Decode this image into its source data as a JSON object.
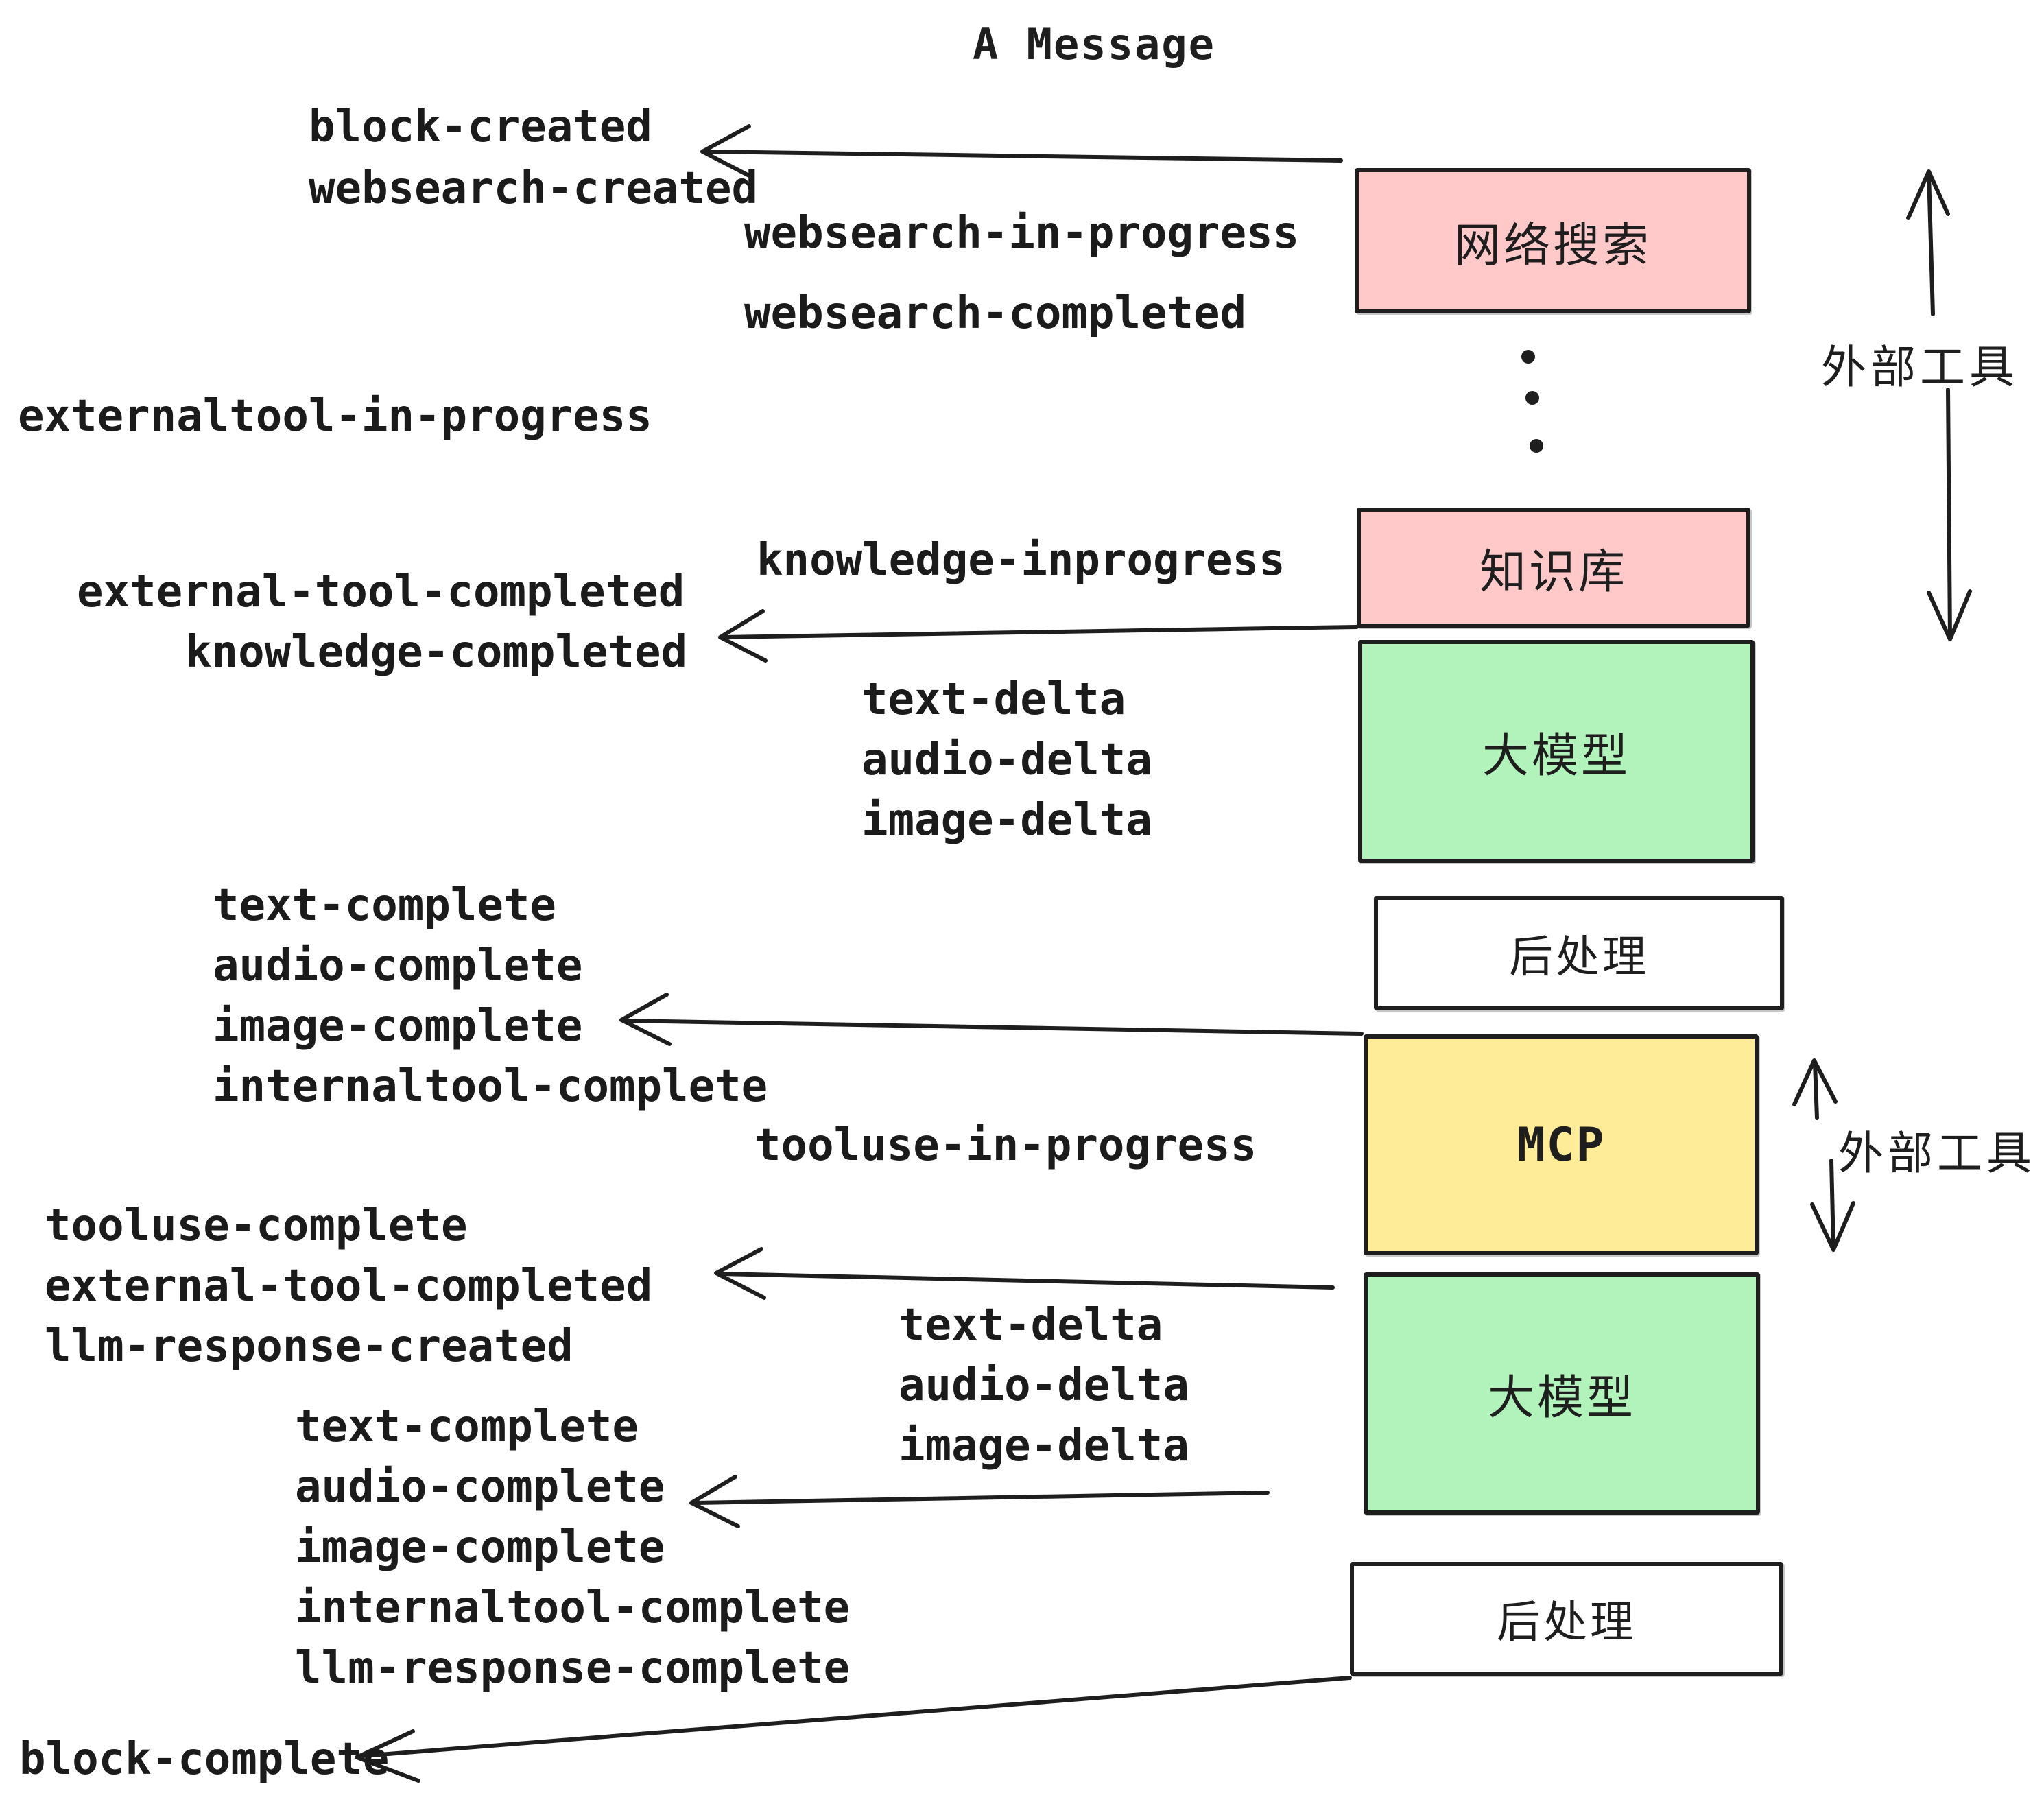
{
  "title": "A Message",
  "colors": {
    "ink": "#1e1e1e",
    "pink": "#ffc9c9",
    "green": "#b2f2bb",
    "yellow": "#ffec99",
    "white": "#ffffff"
  },
  "boxes": [
    {
      "id": "websearch",
      "label": "网络搜索",
      "color": "#ffc9c9"
    },
    {
      "id": "knowledge",
      "label": "知识库",
      "color": "#ffc9c9"
    },
    {
      "id": "llm-1",
      "label": "大模型",
      "color": "#b2f2bb"
    },
    {
      "id": "postprocess-1",
      "label": "后处理",
      "color": "#ffffff"
    },
    {
      "id": "mcp",
      "label": "MCP",
      "color": "#ffec99"
    },
    {
      "id": "llm-2",
      "label": "大模型",
      "color": "#b2f2bb"
    },
    {
      "id": "postprocess-2",
      "label": "后处理",
      "color": "#ffffff"
    }
  ],
  "side_labels": {
    "external_tools_top": "外部工具",
    "external_tools_mid": "外部工具"
  },
  "events": [
    {
      "label": "block-created"
    },
    {
      "label": "websearch-created"
    },
    {
      "label": "websearch-in-progress"
    },
    {
      "label": "websearch-completed"
    },
    {
      "label": "externaltool-in-progress"
    },
    {
      "label": "knowledge-inprogress"
    },
    {
      "label": "external-tool-completed"
    },
    {
      "label": "knowledge-completed"
    },
    {
      "label": "text-delta"
    },
    {
      "label": "audio-delta"
    },
    {
      "label": "image-delta"
    },
    {
      "label": "text-complete"
    },
    {
      "label": "audio-complete"
    },
    {
      "label": "image-complete"
    },
    {
      "label": "internaltool-complete"
    },
    {
      "label": "tooluse-in-progress"
    },
    {
      "label": "tooluse-complete"
    },
    {
      "label": "external-tool-completed"
    },
    {
      "label": "llm-response-created"
    },
    {
      "label": "text-complete"
    },
    {
      "label": "audio-complete"
    },
    {
      "label": "image-complete"
    },
    {
      "label": "internaltool-complete"
    },
    {
      "label": "llm-response-complete"
    },
    {
      "label": "block-complete"
    }
  ]
}
